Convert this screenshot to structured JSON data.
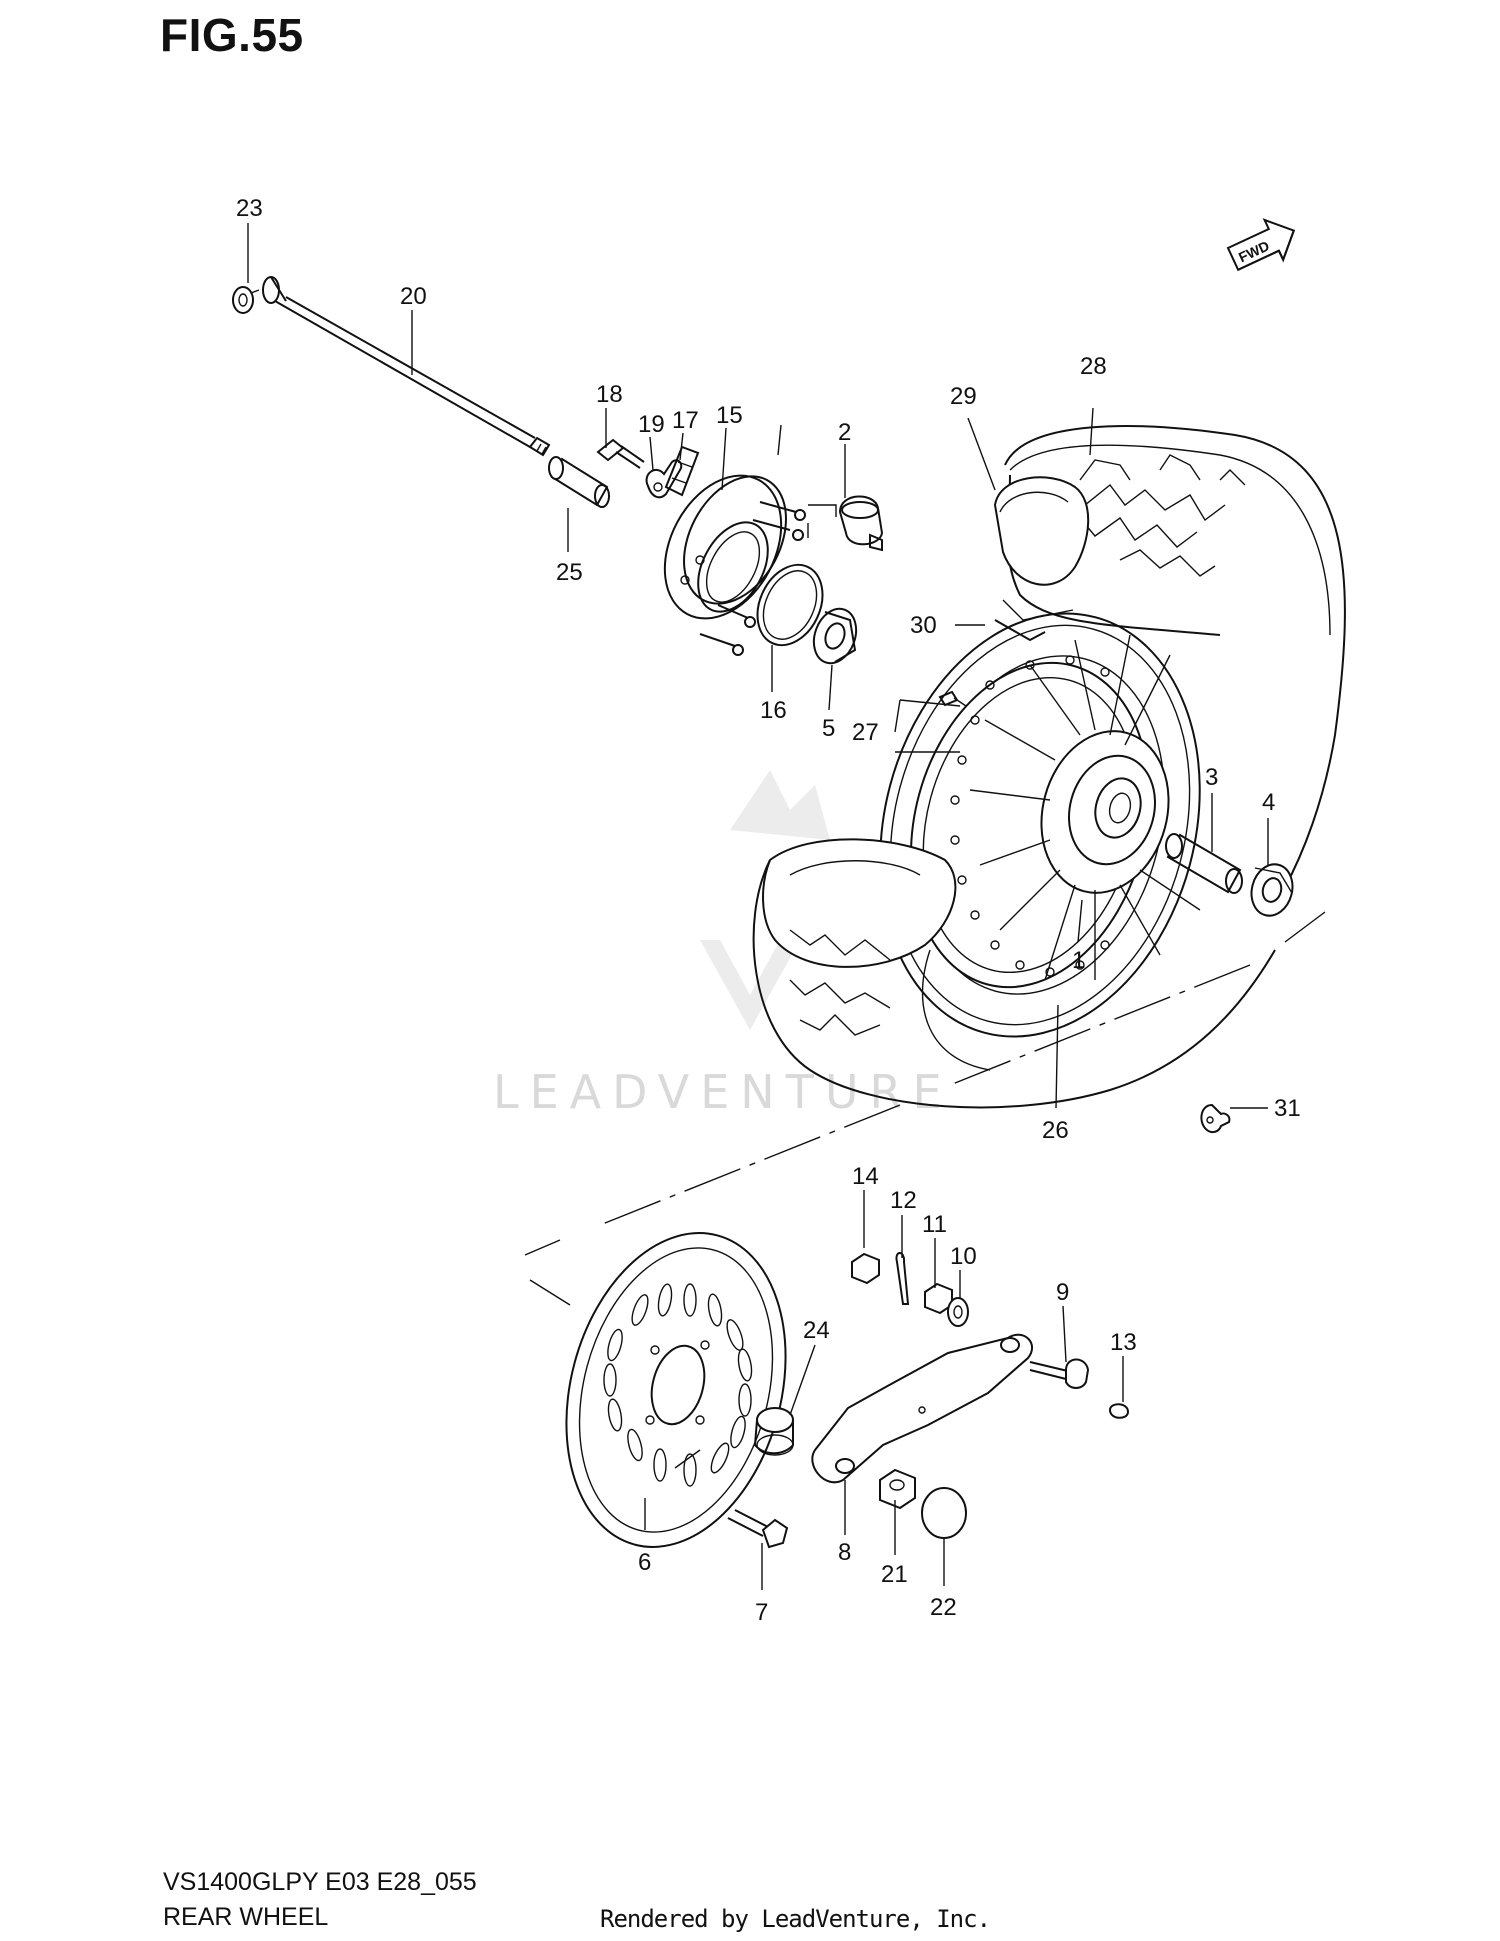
{
  "header": {
    "figure": "FIG.55"
  },
  "footer": {
    "model_code": "VS1400GLPY E03 E28_055",
    "diagram_name": "REAR WHEEL",
    "rendered_by": "Rendered by LeadVenture, Inc."
  },
  "watermark": {
    "text": "LEADVENTURE"
  },
  "direction_badge": {
    "text": "FWD"
  },
  "callouts": {
    "c1": "1",
    "c2": "2",
    "c3": "3",
    "c4": "4",
    "c5": "5",
    "c6": "6",
    "c7": "7",
    "c8": "8",
    "c9": "9",
    "c10": "10",
    "c11": "11",
    "c12": "12",
    "c13": "13",
    "c14": "14",
    "c15": "15",
    "c16": "16",
    "c17": "17",
    "c18": "18",
    "c19": "19",
    "c20": "20",
    "c21": "21",
    "c22": "22",
    "c23": "23",
    "c24": "24",
    "c25": "25",
    "c26": "26",
    "c27": "27",
    "c28": "28",
    "c29": "29",
    "c30": "30",
    "c31": "31"
  }
}
